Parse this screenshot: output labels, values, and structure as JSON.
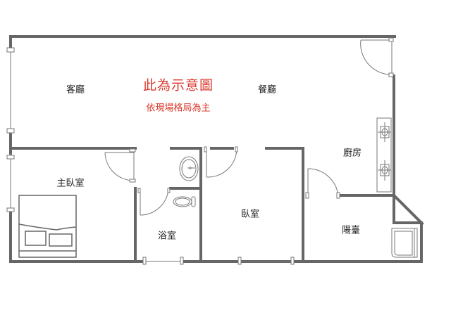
{
  "notice": {
    "title": "此為示意圖",
    "subtitle": "依現場格局為主",
    "color": "#d9372b"
  },
  "rooms": {
    "living_room": "客廳",
    "dining_room": "餐廳",
    "kitchen": "廚房",
    "master_bedroom": "主臥室",
    "bathroom": "浴室",
    "bedroom": "臥室",
    "balcony": "陽臺"
  },
  "colors": {
    "wall": "#666666",
    "line": "#777777",
    "text": "#222222"
  }
}
